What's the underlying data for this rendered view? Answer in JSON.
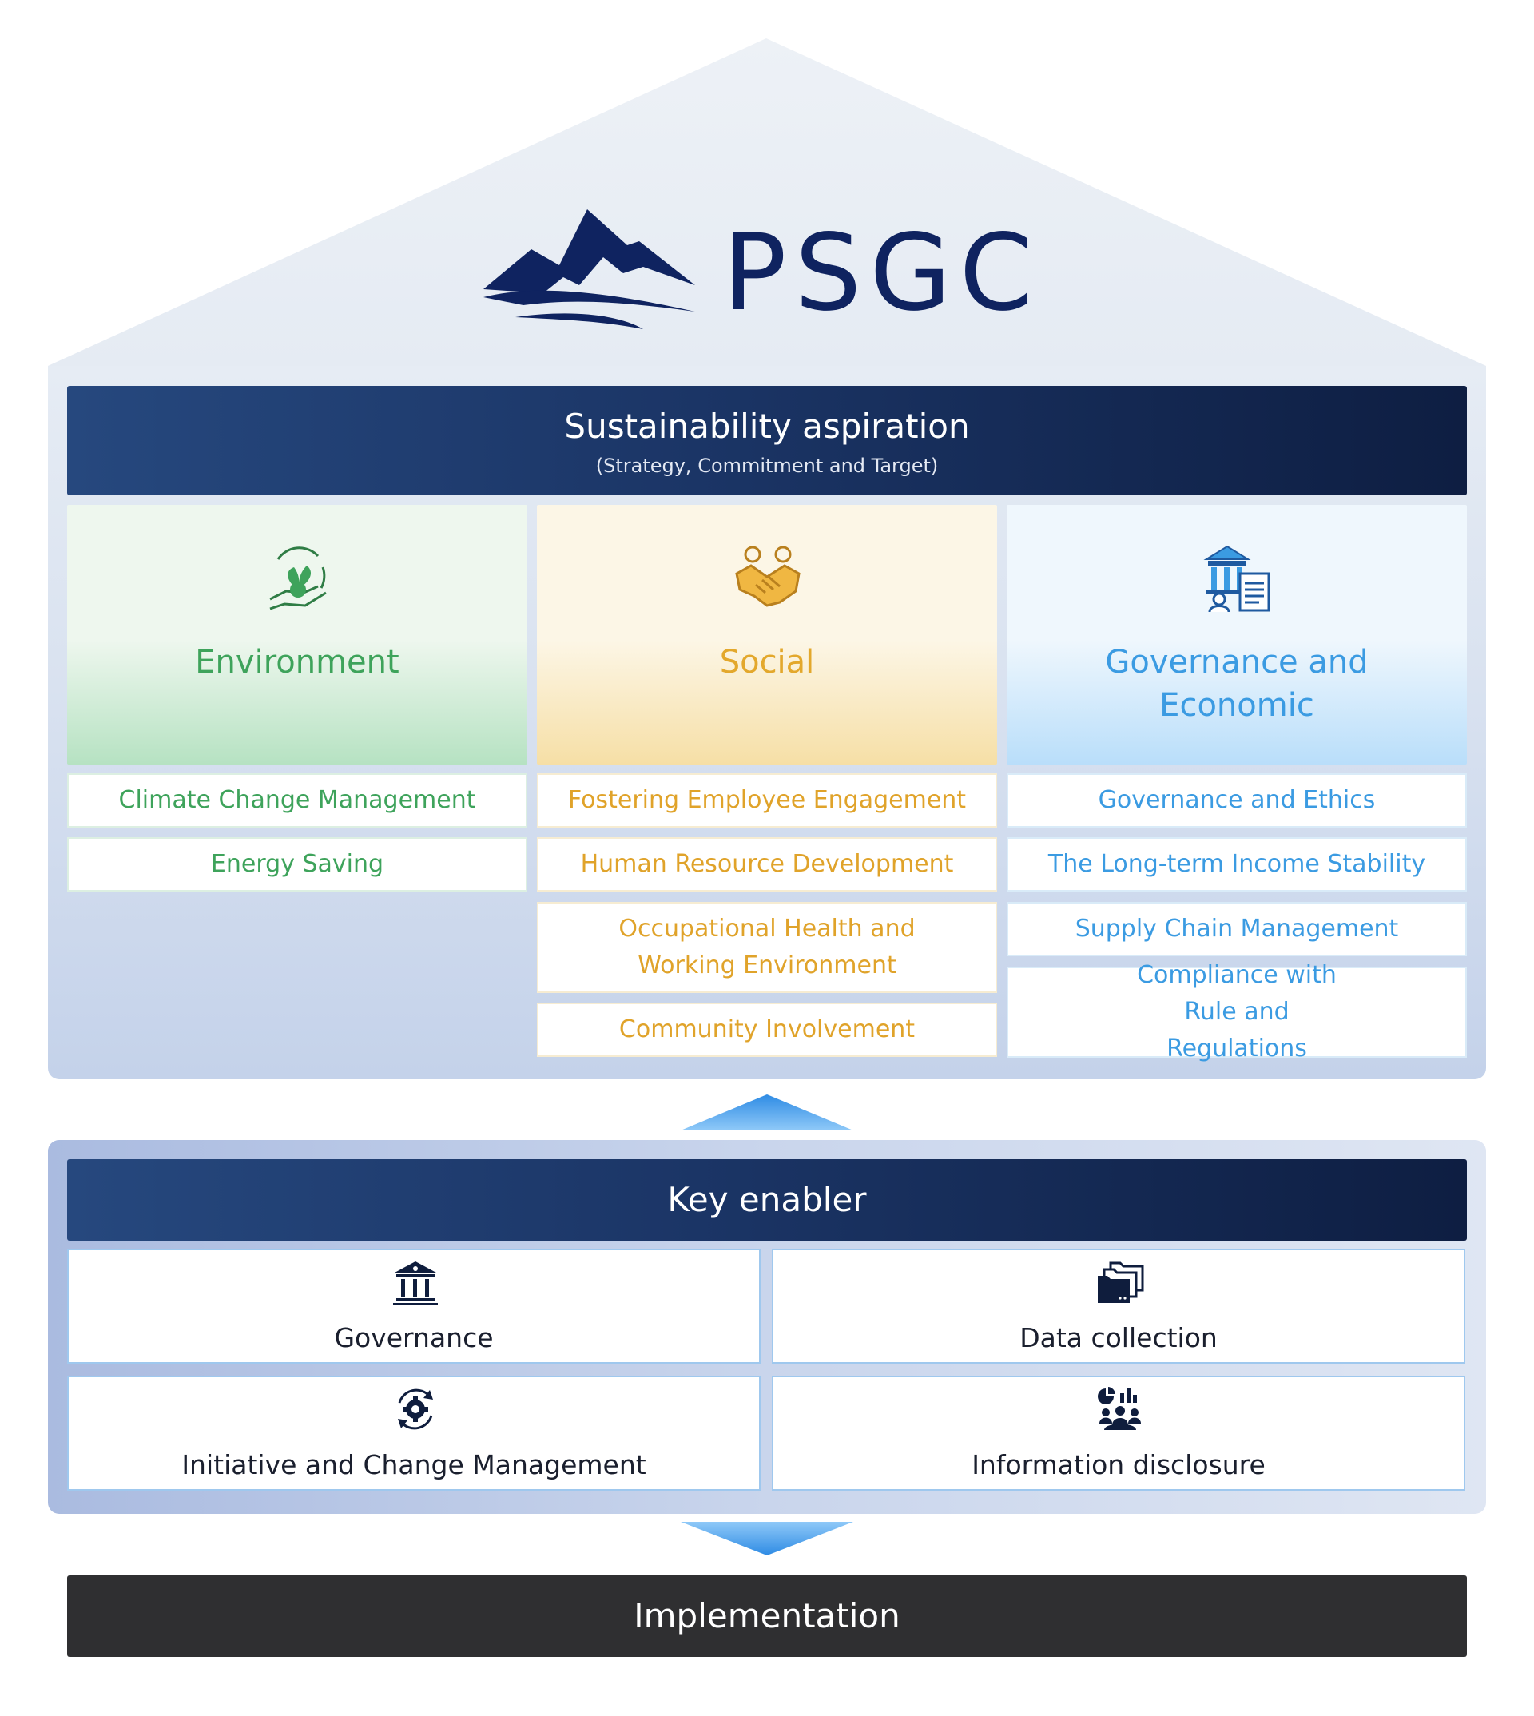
{
  "brand": {
    "name": "PSGC",
    "color": "#0f2360",
    "logo_icon": "mountain-logo-icon"
  },
  "aspiration": {
    "title": "Sustainability aspiration",
    "subtitle": "(Strategy, Commitment and Target)"
  },
  "pillars": [
    {
      "title": "Environment",
      "icon": "plant-hand-icon",
      "color": "#3ea35b",
      "topics": [
        "Climate Change Management",
        "Energy Saving"
      ]
    },
    {
      "title": "Social",
      "icon": "handshake-icon",
      "color": "#e3a82c",
      "topics": [
        "Fostering Employee Engagement",
        "Human Resource Development",
        "Occupational Health and Working Environment",
        "Community Involvement"
      ]
    },
    {
      "title": "Governance and Economic",
      "icon": "institution-document-icon",
      "color": "#3b9be2",
      "topics": [
        "Governance and Ethics",
        "The Long-term Income Stability",
        "Supply Chain Management",
        "Compliance with Rule and Regulations"
      ]
    }
  ],
  "enabler": {
    "title": "Key enabler",
    "items": [
      {
        "label": "Governance",
        "icon": "bank-icon"
      },
      {
        "label": "Data collection",
        "icon": "folders-icon"
      },
      {
        "label": "Initiative and Change Management",
        "icon": "gear-cycle-icon"
      },
      {
        "label": "Information disclosure",
        "icon": "people-chart-icon"
      }
    ]
  },
  "implementation": {
    "label": "Implementation"
  }
}
